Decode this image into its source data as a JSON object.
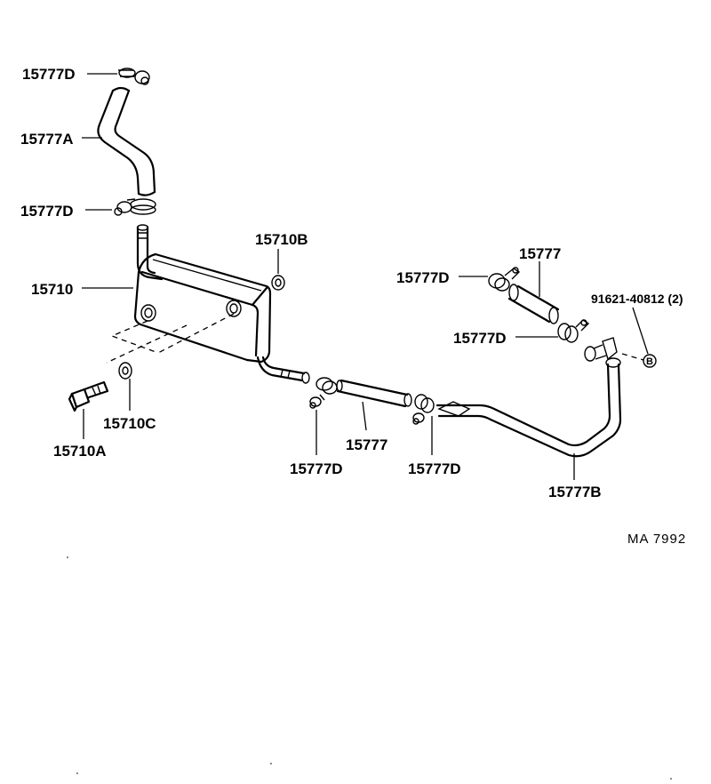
{
  "labels": {
    "top_clamp": "15777D",
    "top_hose": "15777A",
    "upper_clamp": "15777D",
    "cooler": "15710",
    "gasket_b": "15710B",
    "bolt": "15710A",
    "gasket_c": "15710C",
    "mid_clamp_left": "15777D",
    "mid_hose": "15777",
    "mid_clamp_right": "15777D",
    "pipe": "15777B",
    "right_clamp_top": "15777D",
    "right_hose": "15777",
    "right_clamp_lower": "15777D",
    "bolt_ref": "91621-40812 (2)",
    "ref_letter": "B"
  },
  "footer": {
    "code": "MA  7992"
  }
}
